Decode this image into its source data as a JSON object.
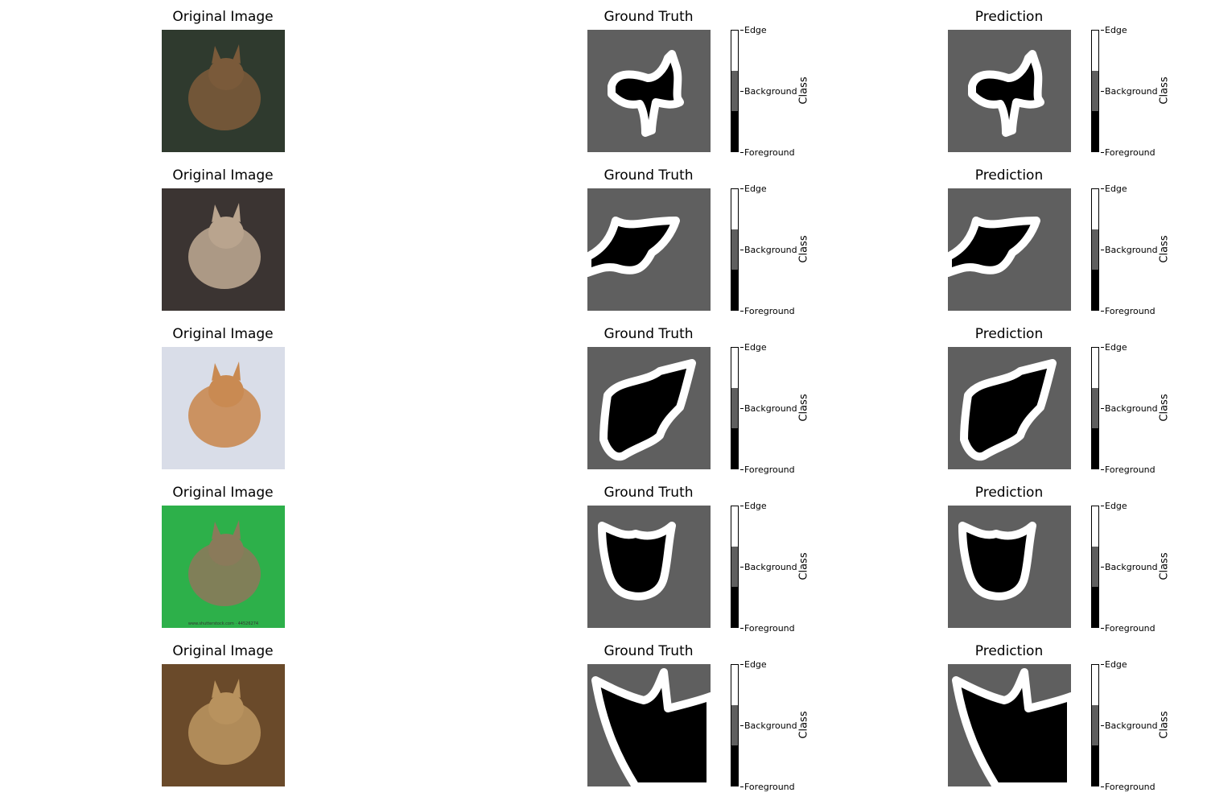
{
  "titles": {
    "original": "Original Image",
    "ground_truth": "Ground Truth",
    "prediction": "Prediction"
  },
  "colorbar": {
    "label": "Class",
    "ticks": [
      "Edge",
      "Background",
      "Foreground"
    ],
    "colors": [
      "#ffffff",
      "#5f5f5f",
      "#000000"
    ]
  },
  "rows": [
    {
      "original_caption": ""
    },
    {
      "original_caption": ""
    },
    {
      "original_caption": ""
    },
    {
      "original_caption": "www.shutterstock.com · 44526274"
    },
    {
      "original_caption": ""
    }
  ]
}
